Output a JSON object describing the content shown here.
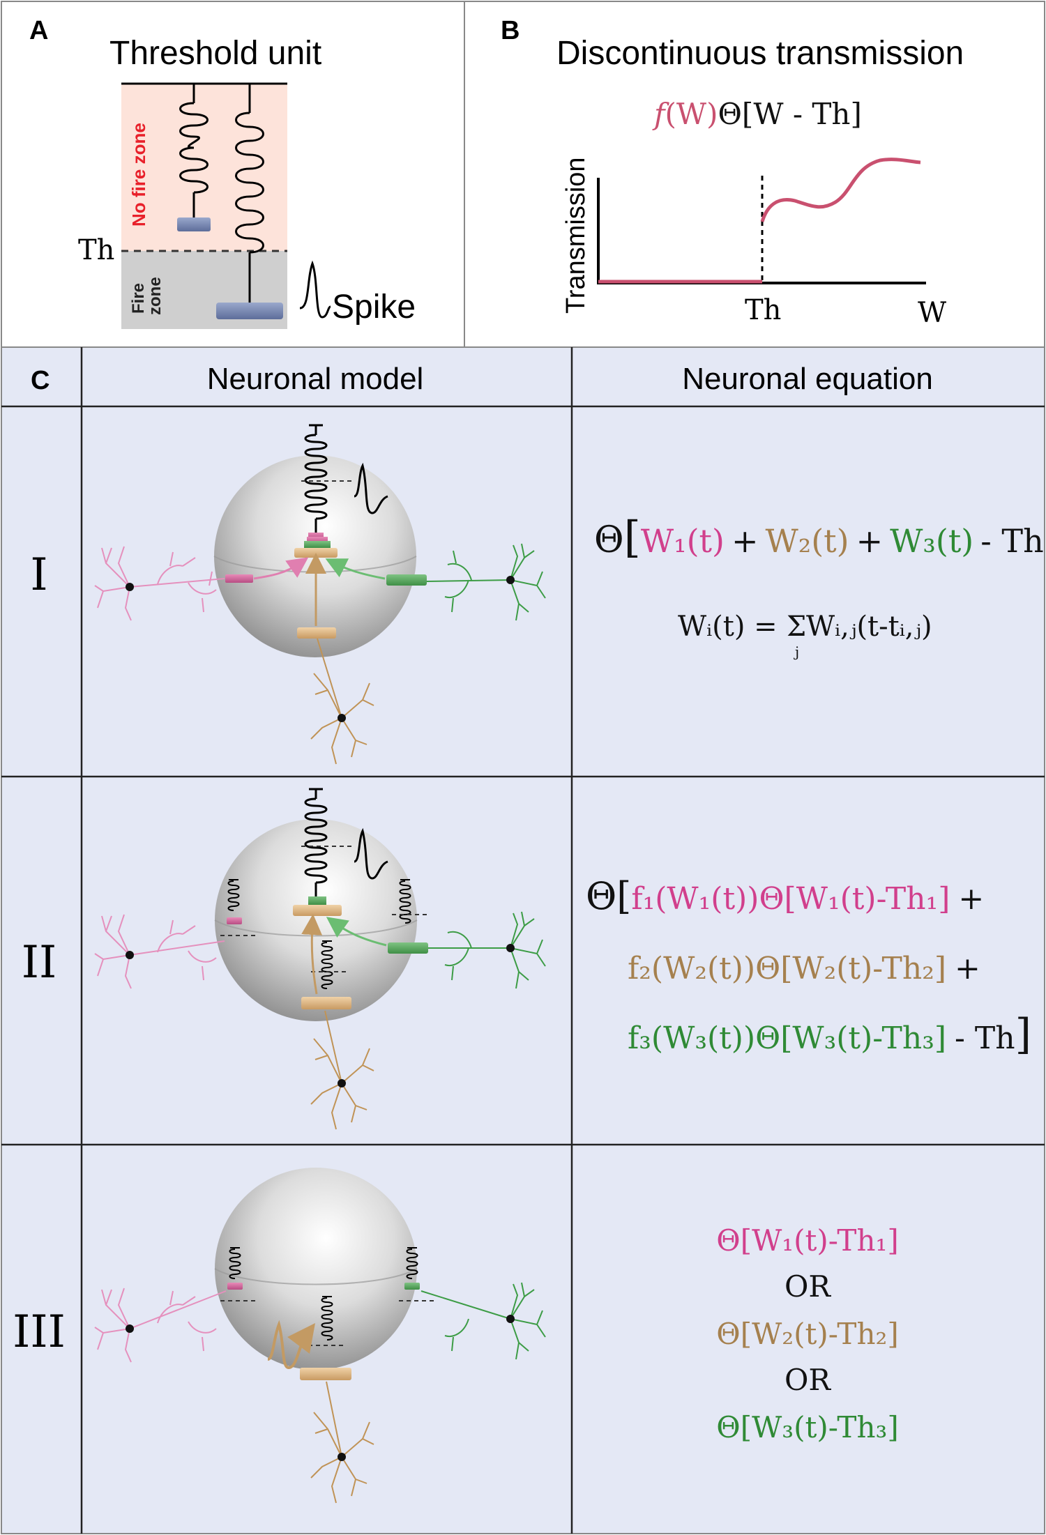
{
  "colors": {
    "pink": "#d13f8c",
    "tan": "#a5804e",
    "green": "#2f8a35",
    "curve": "#c9506f",
    "no_fire_bg": "#fde3da",
    "fire_bg": "#cfcfcf",
    "panel_c_bg": "#e4e8f5",
    "no_fire_text": "#e8202a"
  },
  "panel_a": {
    "letter": "A",
    "title": "Threshold unit",
    "no_fire_label": "No fire zone",
    "fire_label_1": "Fire",
    "fire_label_2": "zone",
    "threshold_label": "Th",
    "spike_label": "Spike"
  },
  "panel_b": {
    "letter": "B",
    "title": "Discontinuous transmission",
    "formula_f": "f",
    "formula_w": "(W)",
    "formula_rest": "Θ[W - Th]",
    "y_axis_label": "Transmission",
    "x_tick_th": "Th",
    "x_tick_w": "W"
  },
  "panel_c": {
    "letter": "C",
    "col_model": "Neuronal model",
    "col_equation": "Neuronal equation",
    "rows": [
      {
        "numeral": "I",
        "eq_theta": "Θ",
        "eq_open": "[",
        "eq_w1": "W₁(t)",
        "eq_plus1": "+",
        "eq_w2": "W₂(t)",
        "eq_plus2": "+",
        "eq_w3": "W₃(t)",
        "eq_tail": "- Th",
        "eq_close": "]",
        "sum_lhs": "Wᵢ(t) =",
        "sum_sigma": "Σ",
        "sum_sub": "j",
        "sum_rhs": "Wᵢ,ⱼ(t-tᵢ,ⱼ)"
      },
      {
        "numeral": "II",
        "line1_theta": "Θ[",
        "line1": "f₁(W₁(t))Θ[W₁(t)-Th₁]",
        "line1_plus": "+",
        "line2": "f₂(W₂(t))Θ[W₂(t)-Th₂]",
        "line2_plus": "+",
        "line3": "f₃(W₃(t))Θ[W₃(t)-Th₃]",
        "line3_tail": "- Th",
        "line3_close": "]"
      },
      {
        "numeral": "III",
        "eq1": "Θ[W₁(t)-Th₁]",
        "or1": "OR",
        "eq2": "Θ[W₂(t)-Th₂]",
        "or2": "OR",
        "eq3": "Θ[W₃(t)-Th₃]"
      }
    ]
  }
}
